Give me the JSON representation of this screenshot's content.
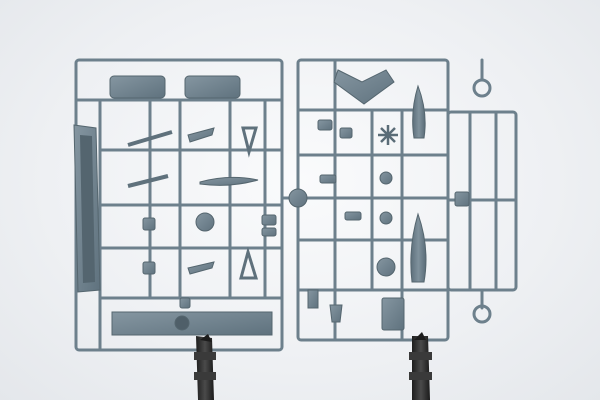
{
  "photo": {
    "subject": "",
    "colors": {
      "background": "#f1f2f4",
      "plastic": "#6f8390",
      "plastic_dark": "#53636e",
      "plastic_light": "#8a9ba6",
      "stand": "#2b2b2b"
    },
    "objects": [
      {
        "name": "left-sprue-frame"
      },
      {
        "name": "right-sprue-frame"
      },
      {
        "name": "stand-clamp-left"
      },
      {
        "name": "stand-clamp-right"
      }
    ]
  }
}
